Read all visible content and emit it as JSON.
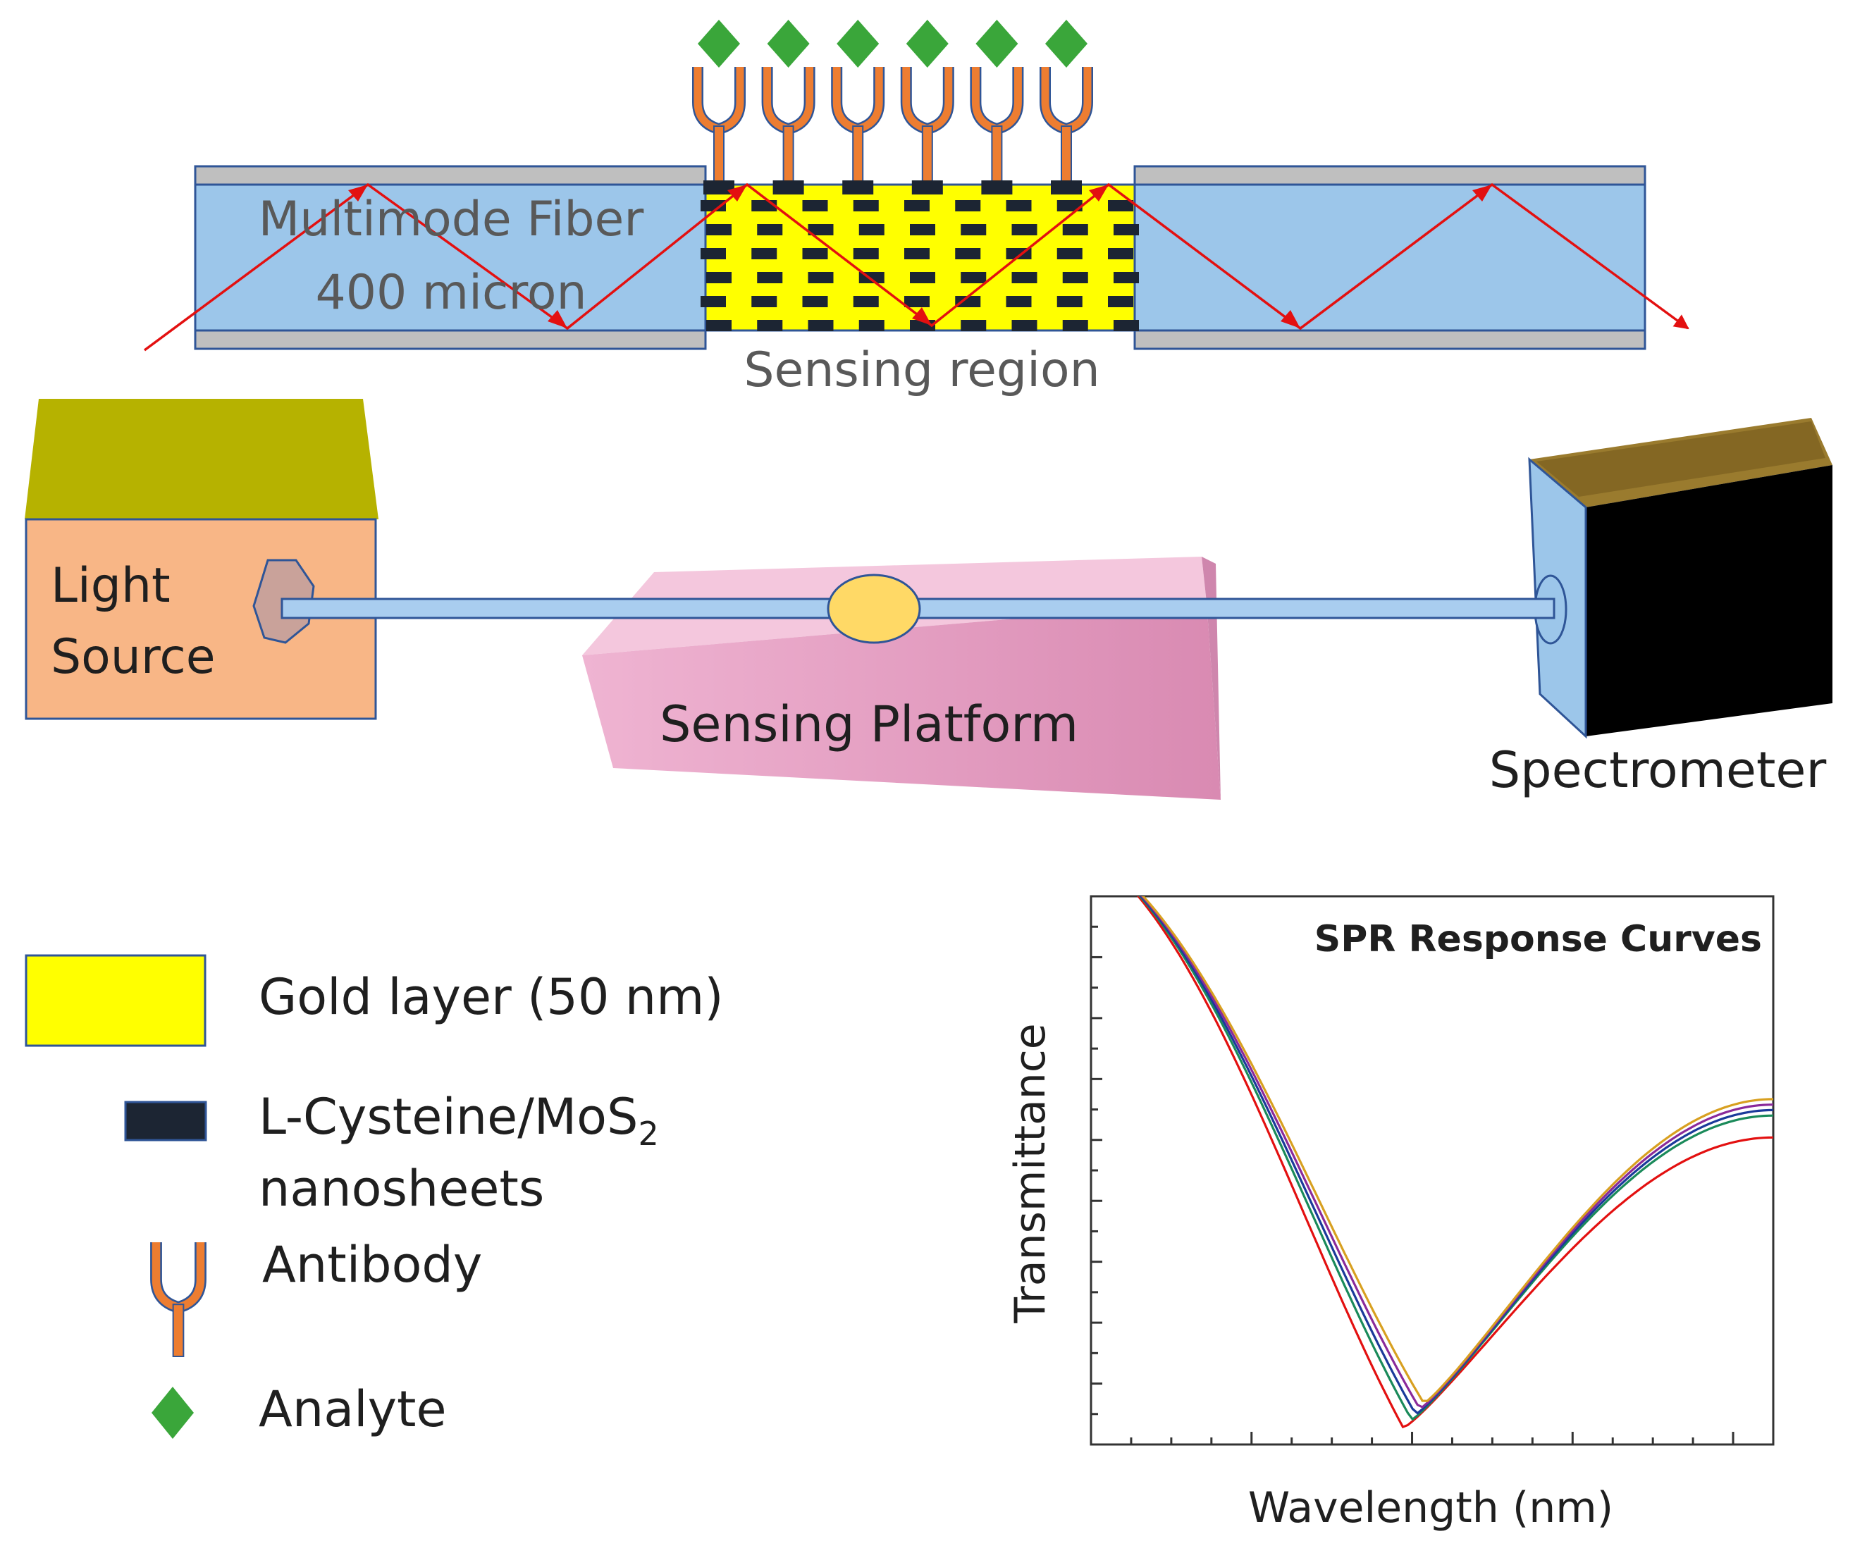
{
  "fiber": {
    "title_line1": "Multimode Fiber",
    "title_line2": "400 micron",
    "sensing_region": "Sensing region",
    "antibody_count": 6,
    "nanosheet_columns": 9,
    "nanosheet_rows": 6
  },
  "setup": {
    "light_source_line1": "Light",
    "light_source_line2": "Source",
    "sensing_platform": "Sensing Platform",
    "spectrometer": "Spectrometer"
  },
  "legend": {
    "gold": "Gold layer (50 nm)",
    "nanosheets_line1": "L-Cysteine/MoS",
    "nanosheets_sub": "2",
    "nanosheets_line2": "nanosheets",
    "antibody": "Antibody",
    "analyte": "Analyte"
  },
  "colors": {
    "fiber_core": "#9cc6ea",
    "fiber_cladding": "#bfbfbf",
    "gold": "#ffff00",
    "nanosheet": "#1c2533",
    "antibody": "#ed7d31",
    "analyte": "#3aa63a",
    "ray": "#e31010",
    "light_source_body": "#f8b686",
    "light_source_top": "#b6b200",
    "platform": "#e6a2c4",
    "spectrometer_face": "#000000",
    "spectrometer_front": "#9cc6ea"
  },
  "chart_data": {
    "type": "line",
    "title": "SPR Response Curves",
    "xlabel": "Wavelength (nm)",
    "ylabel": "Transmittance",
    "x_tick_labels": [],
    "y_tick_labels": [],
    "series": [
      {
        "color": "#e31010",
        "shift": -0.012,
        "depth": 0.97,
        "end": 0.56
      },
      {
        "color": "#1a8a5a",
        "shift": 0.0,
        "depth": 0.955,
        "end": 0.6
      },
      {
        "color": "#1a3a9a",
        "shift": 0.006,
        "depth": 0.945,
        "end": 0.61
      },
      {
        "color": "#8a2a9a",
        "shift": 0.012,
        "depth": 0.935,
        "end": 0.62
      },
      {
        "color": "#d8a020",
        "shift": 0.018,
        "depth": 0.925,
        "end": 0.63
      }
    ]
  }
}
